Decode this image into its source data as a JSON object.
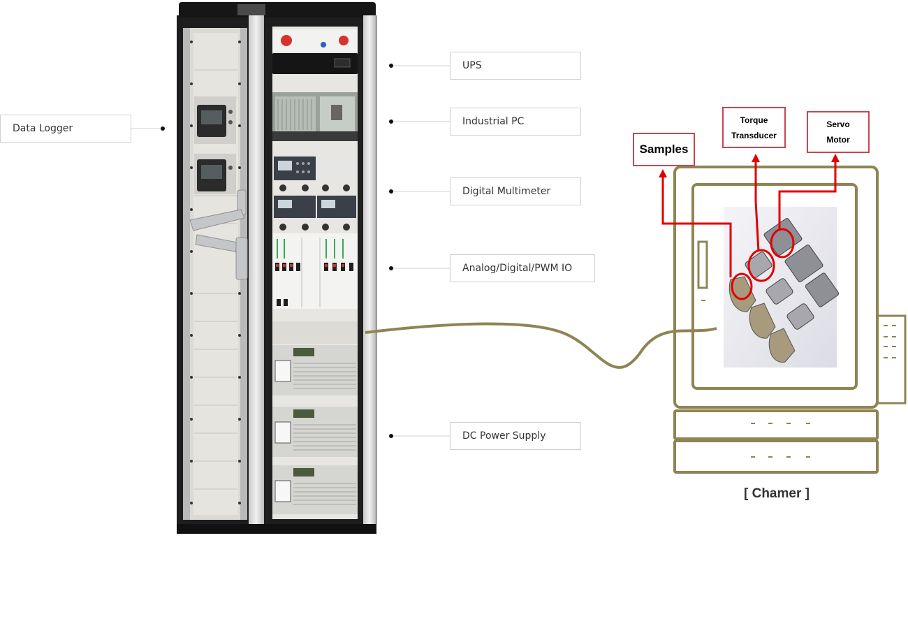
{
  "rack_callouts": {
    "data_logger": "Data Logger",
    "ups": "UPS",
    "industrial_pc": "Industrial PC",
    "digital_multimeter": "Digital Multimeter",
    "io": "Analog/Digital/PWM IO",
    "dc_power_supply": "DC Power Supply"
  },
  "chamber_labels": {
    "samples": "Samples",
    "torque_line1": "Torque",
    "torque_line2": "Transducer",
    "servo_line1": "Servo",
    "servo_line2": "Motor"
  },
  "chamber_caption": "[ Chamer ]",
  "colors": {
    "cable": "#8f8452",
    "chamber_outline": "#8f8452",
    "callout_red": "#e00000",
    "rack_frame": "#1c1c1c",
    "rack_panel": "#d9d7d2"
  }
}
